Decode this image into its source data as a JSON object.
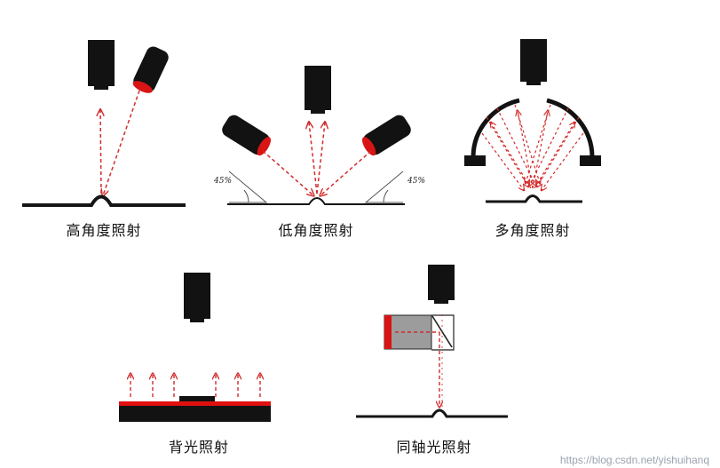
{
  "panels": [
    {
      "id": "high-angle",
      "caption": "高角度照射"
    },
    {
      "id": "low-angle",
      "caption": "低角度照射",
      "angle_left": "45%",
      "angle_right": "45%"
    },
    {
      "id": "multi-angle",
      "caption": "多角度照射"
    },
    {
      "id": "backlight",
      "caption": "背光照射"
    },
    {
      "id": "coaxial",
      "caption": "同轴光照射"
    }
  ],
  "watermark": "https://blog.csdn.net/yishuihanq",
  "colors": {
    "camera": "#121212",
    "lamp_glow": "#d81414",
    "ray": "#d42a2a",
    "surface": "#151515",
    "baseline_light": "#555555",
    "backlight_strip": "#e01010",
    "lamp_housing": "#9c9c9c"
  }
}
